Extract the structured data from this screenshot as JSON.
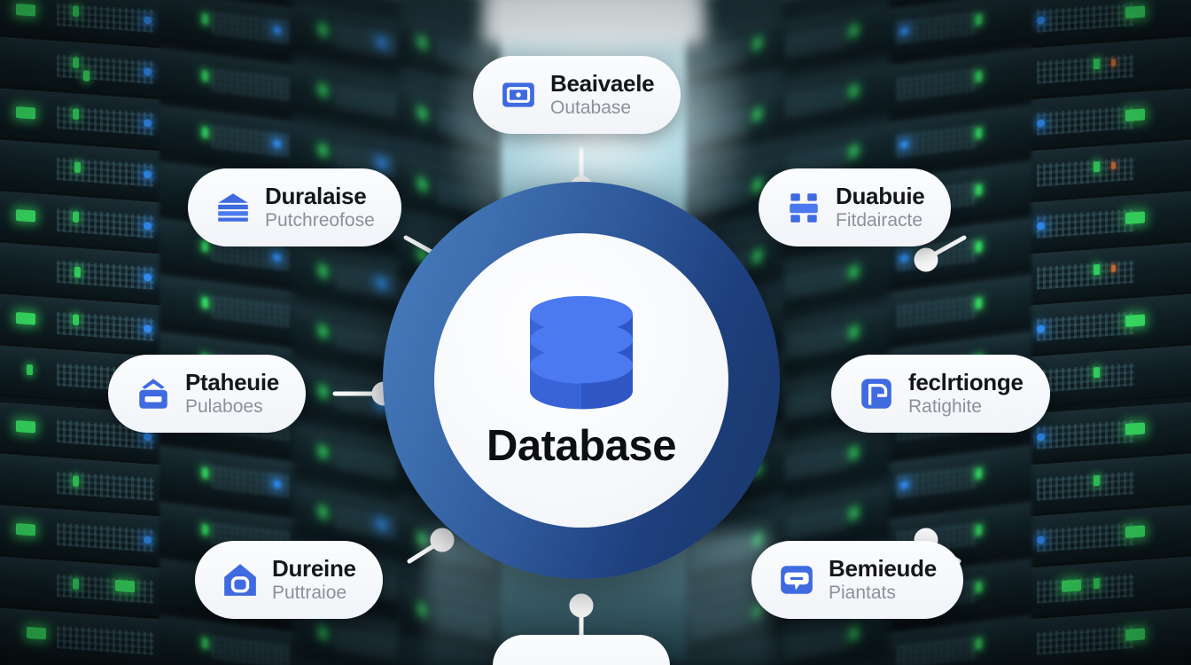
{
  "scene": {
    "background": "data-center-server-room",
    "accent_blue": "#4169d8",
    "hub_ring_blue": "#2e589a",
    "card_bg": "#f5f7fa"
  },
  "hub": {
    "label": "Database",
    "icon": "database-cylinder-icon"
  },
  "nodes": [
    {
      "id": "top",
      "title": "Beaivaele",
      "subtitle": "Outabase",
      "icon": "screen-frame-icon"
    },
    {
      "id": "tl",
      "title": "Duralaise",
      "subtitle": "Putchreofose",
      "icon": "layered-stack-icon"
    },
    {
      "id": "tr",
      "title": "Duabuie",
      "subtitle": "Fitdairacte",
      "icon": "node-cluster-icon"
    },
    {
      "id": "ml",
      "title": "Ptaheuie",
      "subtitle": "Pulaboes",
      "icon": "upload-card-icon"
    },
    {
      "id": "mr",
      "title": "feclrtionge",
      "subtitle": "Ratighite",
      "icon": "rounded-p-icon"
    },
    {
      "id": "bl",
      "title": "Dureine",
      "subtitle": "Puttraioe",
      "icon": "home-icon"
    },
    {
      "id": "br",
      "title": "Bemieude",
      "subtitle": "Piantats",
      "icon": "speech-bubble-icon"
    },
    {
      "id": "bottom",
      "title": "",
      "subtitle": "",
      "icon": ""
    }
  ]
}
